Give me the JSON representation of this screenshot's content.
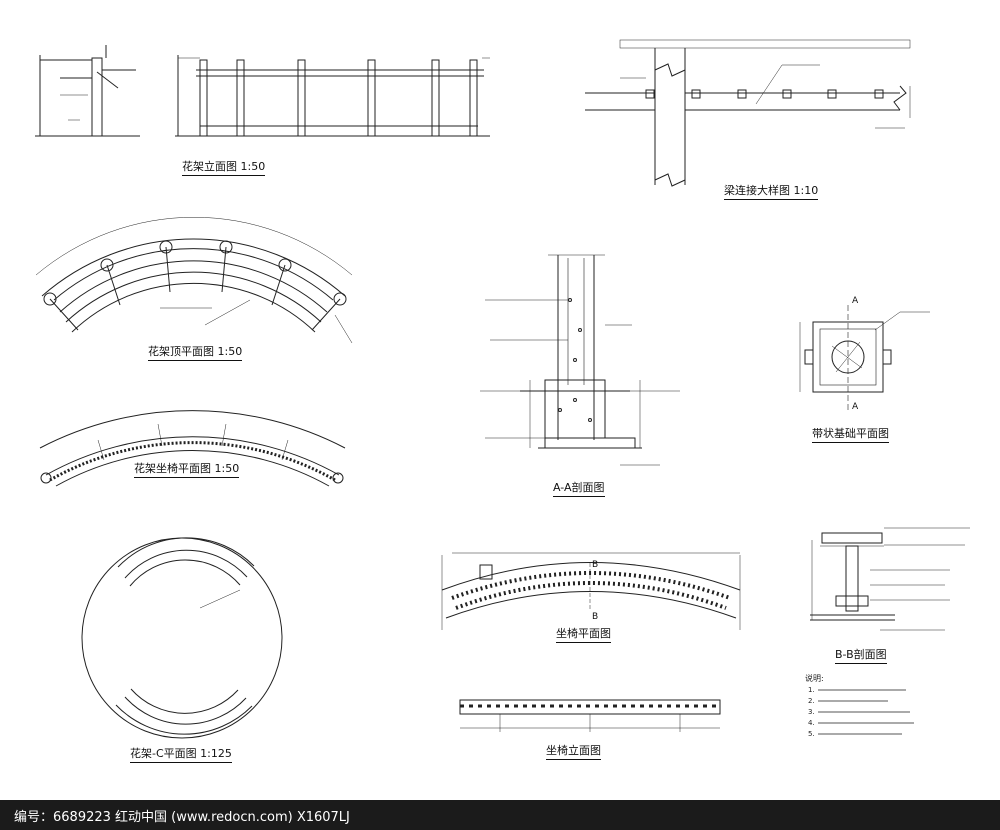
{
  "drawings": {
    "elevation_title": "花架立面图 1:50",
    "beam_detail_title": "梁连接大样图 1:10",
    "roof_plan_title": "花架顶平面图 1:50",
    "bench_plan_title": "花架坐椅平面图 1:50",
    "section_aa_title": "A-A剖面图",
    "foundation_plan_title": "带状基础平面图",
    "c_plan_title": "花架-C平面图 1:125",
    "seat_plan_title": "坐椅平面图",
    "section_bb_title": "B-B剖面图",
    "seat_elevation_title": "坐椅立面图"
  },
  "section_marks": {
    "a_top": "A",
    "a_bottom": "A",
    "b_top": "B",
    "b_bottom": "B"
  },
  "notes": {
    "heading": "说明:",
    "lines": [
      "1.",
      "2.",
      "3.",
      "4.",
      "5."
    ]
  },
  "footer": {
    "text": "编号：6689223    红动中国 (www.redocn.com)    X1607LJ"
  },
  "colors": {
    "line": "#222222",
    "background": "#ffffff",
    "footer_bg": "#1b1b1b",
    "footer_text": "#ffffff"
  }
}
